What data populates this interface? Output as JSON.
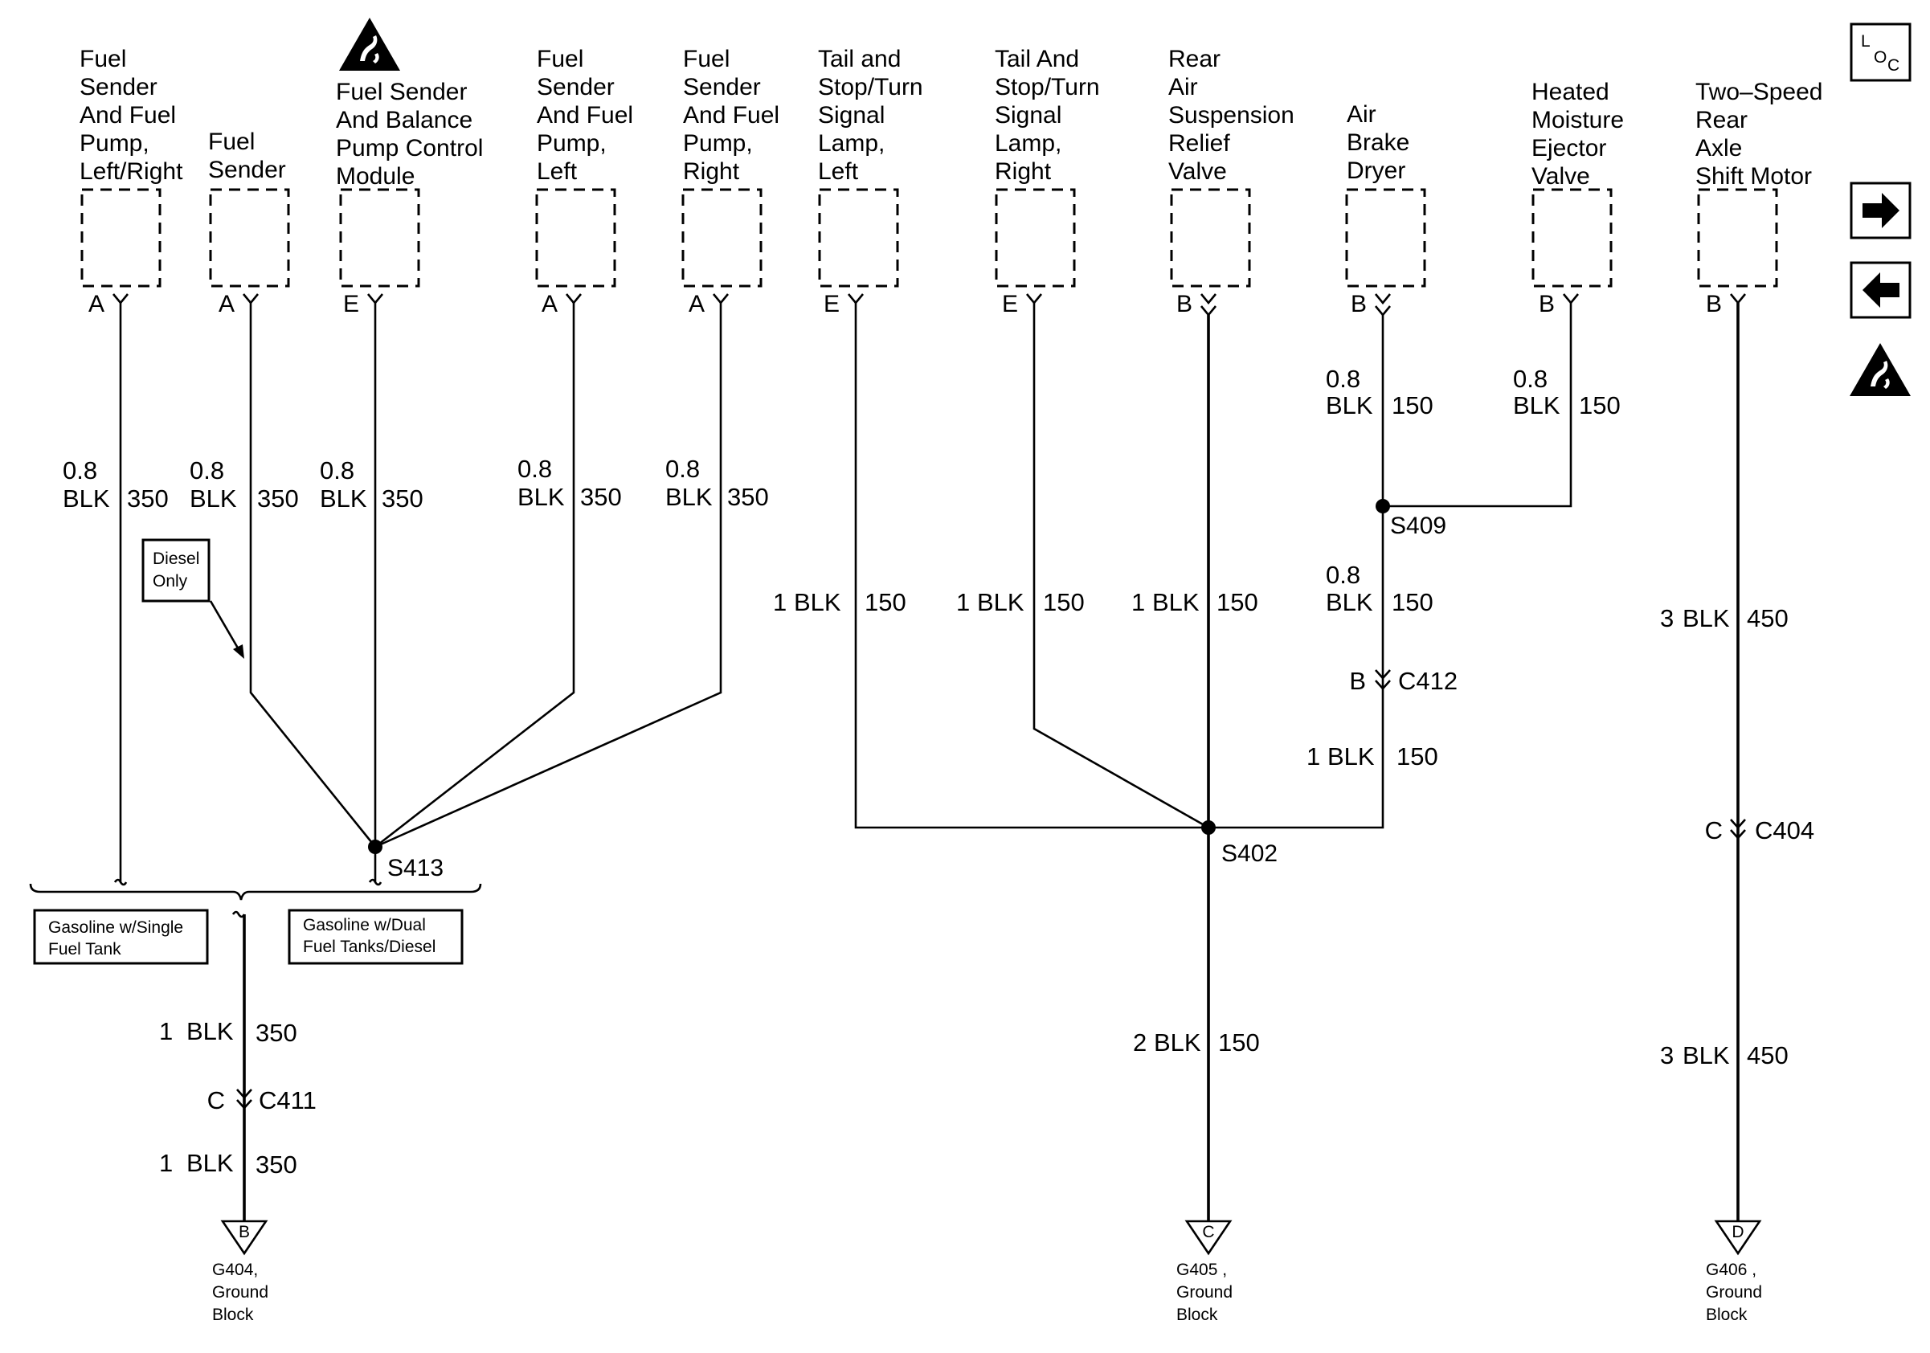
{
  "components": [
    {
      "id": "fuel-sender-fuel-pump-lr",
      "lines": [
        "Fuel",
        "Sender",
        "And Fuel",
        "Pump,",
        "Left/Right"
      ],
      "pin": "A",
      "gauge": "0.8",
      "color": "BLK",
      "circuit": "350",
      "esd": false
    },
    {
      "id": "fuel-sender",
      "lines": [
        "Fuel",
        "Sender"
      ],
      "pin": "A",
      "gauge": "0.8",
      "color": "BLK",
      "circuit": "350",
      "esd": false
    },
    {
      "id": "fuel-sender-balance-pump-module",
      "lines": [
        "Fuel Sender",
        "And Balance",
        "Pump Control",
        "Module"
      ],
      "pin": "E",
      "gauge": "0.8",
      "color": "BLK",
      "circuit": "350",
      "esd": true
    },
    {
      "id": "fuel-sender-fuel-pump-left",
      "lines": [
        "Fuel",
        "Sender",
        "And Fuel",
        "Pump,",
        "Left"
      ],
      "pin": "A",
      "gauge": "0.8",
      "color": "BLK",
      "circuit": "350",
      "esd": false
    },
    {
      "id": "fuel-sender-fuel-pump-right",
      "lines": [
        "Fuel",
        "Sender",
        "And Fuel",
        "Pump,",
        "Right"
      ],
      "pin": "A",
      "gauge": "0.8",
      "color": "BLK",
      "circuit": "350",
      "esd": false
    },
    {
      "id": "tail-stop-turn-left",
      "lines": [
        "Tail and",
        "Stop/Turn",
        "Signal",
        "Lamp,",
        "Left"
      ],
      "pin": "E",
      "gauge": "1",
      "color": "BLK",
      "circuit": "150",
      "esd": false
    },
    {
      "id": "tail-stop-turn-right",
      "lines": [
        "Tail And",
        "Stop/Turn",
        "Signal",
        "Lamp,",
        "Right"
      ],
      "pin": "E",
      "gauge": "1",
      "color": "BLK",
      "circuit": "150",
      "esd": false
    },
    {
      "id": "rear-air-suspension-relief-valve",
      "lines": [
        "Rear",
        "Air",
        "Suspension",
        "Relief",
        "Valve"
      ],
      "pin": "B",
      "gauge": "1",
      "color": "BLK",
      "circuit": "150",
      "esd": false
    },
    {
      "id": "air-brake-dryer",
      "lines": [
        "Air",
        "Brake",
        "Dryer"
      ],
      "pin": "B",
      "gauge": "0.8",
      "color": "BLK",
      "circuit": "150",
      "esd": false
    },
    {
      "id": "heated-moisture-ejector-valve",
      "lines": [
        "Heated",
        "Moisture",
        "Ejector",
        "Valve"
      ],
      "pin": "B",
      "gauge": "0.8",
      "color": "BLK",
      "circuit": "150",
      "esd": false
    },
    {
      "id": "two-speed-rear-axle-shift-motor",
      "lines": [
        "Two–Speed",
        "Rear",
        "Axle",
        "Shift Motor"
      ],
      "pin": "B",
      "gauge": "3",
      "color": "BLK",
      "circuit": "450",
      "esd": false
    }
  ],
  "splices": {
    "s413": "S413",
    "s402": "S402",
    "s409": "S409"
  },
  "connectors": [
    {
      "id": "c411",
      "pin": "C",
      "name": "C411"
    },
    {
      "id": "c412",
      "pin": "B",
      "name": "C412"
    },
    {
      "id": "c404",
      "pin": "C",
      "name": "C404"
    }
  ],
  "wires": {
    "s413_out": {
      "gauge": "1",
      "color": "BLK",
      "circuit": "350"
    },
    "c411_out": {
      "gauge": "1",
      "color": "BLK",
      "circuit": "350"
    },
    "s409_out": {
      "gauge": "0.8",
      "color": "BLK",
      "circuit": "150"
    },
    "c412_out": {
      "gauge": "1",
      "color": "BLK",
      "circuit": "150"
    },
    "s402_out": {
      "gauge": "2",
      "color": "BLK",
      "circuit": "150"
    },
    "c404_out": {
      "gauge": "3",
      "color": "BLK",
      "circuit": "450"
    }
  },
  "grounds": [
    {
      "id": "g404",
      "letter": "B",
      "lines": [
        "G404,",
        "Ground",
        "Block"
      ]
    },
    {
      "id": "g405",
      "letter": "C",
      "lines": [
        "G405 ,",
        "Ground",
        "Block"
      ]
    },
    {
      "id": "g406",
      "letter": "D",
      "lines": [
        "G406 ,",
        "Ground",
        "Block"
      ]
    }
  ],
  "notes": {
    "diesel_only": [
      "Diesel",
      "Only"
    ],
    "gasoline_single": [
      "Gasoline w/Single",
      "Fuel Tank"
    ],
    "gasoline_dual": [
      "Gasoline w/Dual",
      "Fuel Tanks/Diesel"
    ]
  },
  "nav": {
    "loc": {
      "l": "L",
      "o": "O",
      "c": "C"
    },
    "forward_icon": "arrow-right-icon",
    "back_icon": "arrow-left-icon",
    "esd_icon": "esd-warning-icon"
  }
}
